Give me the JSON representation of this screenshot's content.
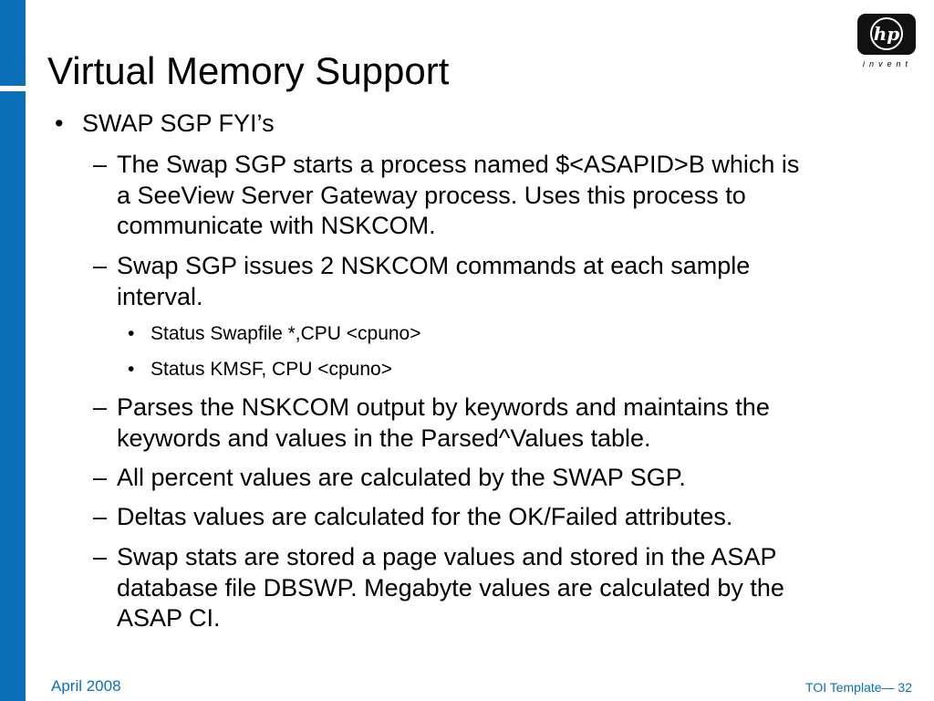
{
  "slide": {
    "title": "Virtual Memory Support",
    "logo_tagline": "invent",
    "bullet_l1": "SWAP SGP FYI’s",
    "items": [
      {
        "lines": [
          "The Swap SGP starts a process named $<ASAPID>B which is",
          "a SeeView Server Gateway process.  Uses this process to",
          "communicate with NSKCOM."
        ]
      },
      {
        "lines": [
          "Swap SGP issues 2 NSKCOM commands at each sample",
          "interval."
        ]
      },
      {
        "lines": [
          "Parses the NSKCOM output by keywords and maintains the",
          "keywords and values in the Parsed^Values table."
        ]
      },
      {
        "lines": [
          "All percent values are calculated by the SWAP SGP."
        ]
      },
      {
        "lines": [
          "Deltas values are calculated for the OK/Failed attributes."
        ]
      },
      {
        "lines": [
          "Swap stats are stored a page values and stored in the ASAP",
          "database file DBSWP.  Megabyte values are calculated by the",
          "ASAP CI."
        ]
      }
    ],
    "sub_bullets": [
      "Status Swapfile *,CPU <cpuno>",
      "Status KMSF, CPU <cpuno>"
    ],
    "bullet_marker": "•",
    "dash_marker": "–",
    "footer_left": "April 2008",
    "footer_right": "TOI Template— 32"
  },
  "colors": {
    "accent": "#0b6fb8"
  }
}
